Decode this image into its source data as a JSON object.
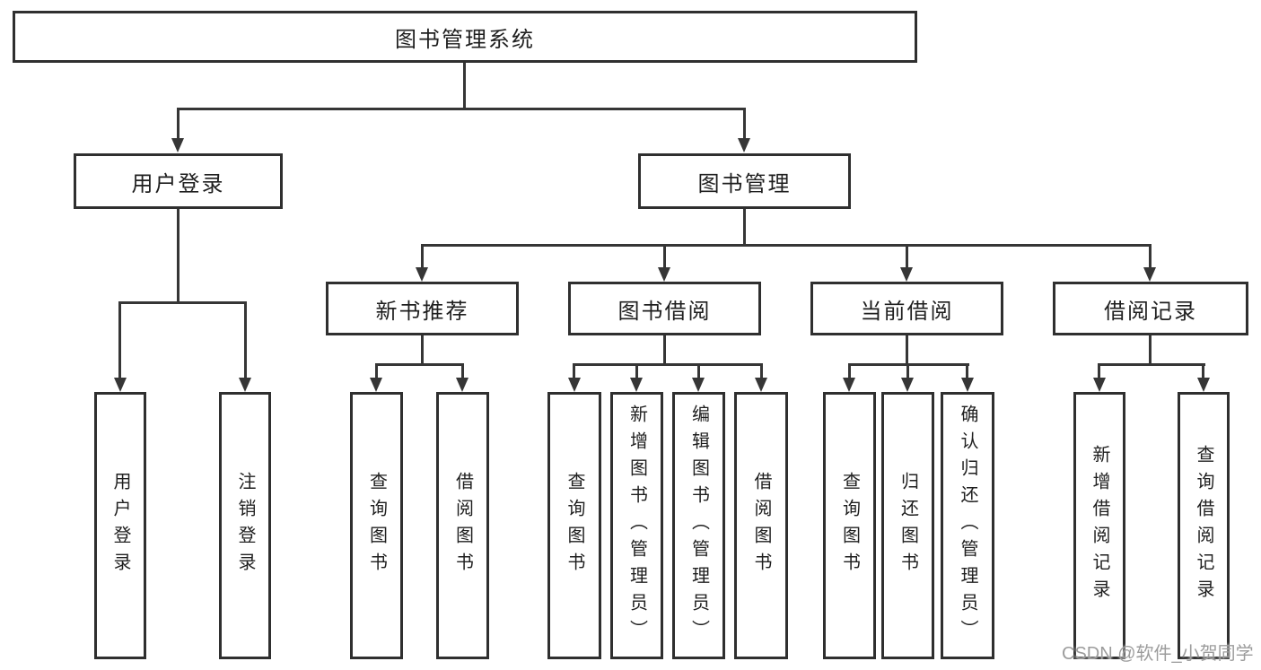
{
  "colors": {
    "background": "#ffffff",
    "box_border": "#2f2f2f",
    "connector_line": "#363636",
    "text": "#1f1f1f",
    "watermark_text": "#9c9c9c"
  },
  "root": {
    "label": "图书管理系统"
  },
  "login_branch": {
    "label": "用户登录",
    "children": [
      {
        "label": "用户登录"
      },
      {
        "label": "注销登录"
      }
    ]
  },
  "management_branch": {
    "label": "图书管理",
    "groups": [
      {
        "label": "新书推荐",
        "children": [
          {
            "label": "查询图书"
          },
          {
            "label": "借阅图书"
          }
        ]
      },
      {
        "label": "图书借阅",
        "children": [
          {
            "label": "查询图书"
          },
          {
            "label": "新增图书（管理员）"
          },
          {
            "label": "编辑图书（管理员）"
          },
          {
            "label": "借阅图书"
          }
        ]
      },
      {
        "label": "当前借阅",
        "children": [
          {
            "label": "查询图书"
          },
          {
            "label": "归还图书"
          },
          {
            "label": "确认归还（管理员）"
          }
        ]
      },
      {
        "label": "借阅记录",
        "children": [
          {
            "label": "新增借阅记录"
          },
          {
            "label": "查询借阅记录"
          }
        ]
      }
    ]
  },
  "watermark": {
    "text": "CSDN @软件_小贺同学"
  }
}
